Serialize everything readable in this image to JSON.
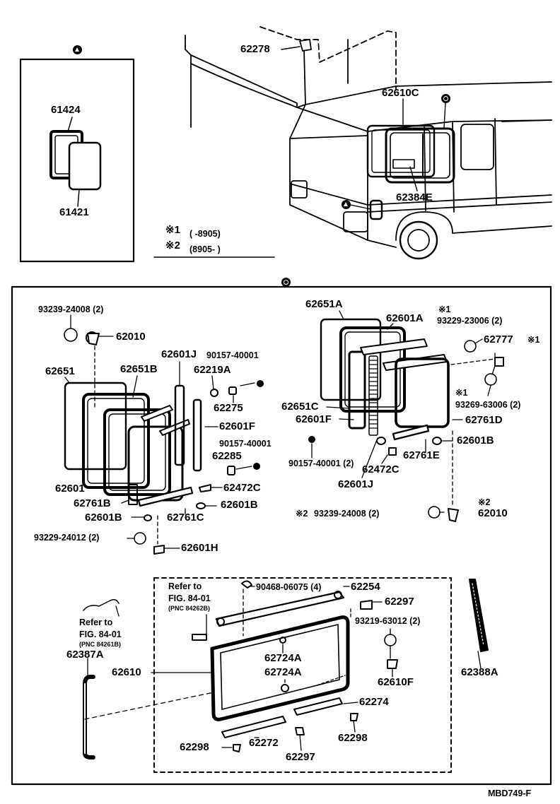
{
  "markers": {
    "triangle": "triangle-marker",
    "circle": "circle-marker"
  },
  "legend": {
    "note1": "※1",
    "note1_range": "(      -8905)",
    "note2": "※2",
    "note2_range": "(8905-        )"
  },
  "drawing_code": "MBD749-F",
  "top_labels": {
    "p62278": "62278",
    "p62610C": "62610C",
    "p62384E": "62384E",
    "p61424": "61424",
    "p61421": "61421"
  },
  "left_group": {
    "p93239_24008": "93239-24008 (2)",
    "p62010": "62010",
    "p62651": "62651",
    "p62651B": "62651B",
    "p62601J": "62601J",
    "p62219A": "62219A",
    "p90157_40001_a": "90157-40001",
    "p62275": "62275",
    "p62601F": "62601F",
    "p90157_40001_b": "90157-40001",
    "p62285": "62285",
    "p62472C": "62472C",
    "p62601": "62601",
    "p62761B": "62761B",
    "p62601B_a": "62601B",
    "p62761C": "62761C",
    "p62601B_b": "62601B",
    "p93229_24012": "93229-24012 (2)",
    "p62601H": "62601H"
  },
  "right_group": {
    "p62651A": "62651A",
    "p62601A": "62601A",
    "note1_a": "※1",
    "p93229_23006": "93229-23006 (2)",
    "p62777": "62777",
    "note1_b": "※1",
    "note1_c": "※1",
    "p93269_63006": "93269-63006 (2)",
    "p62651C": "62651C",
    "p62601F": "62601F",
    "p62761D": "62761D",
    "p62601B": "62601B",
    "p90157_40001": "90157-40001 (2)",
    "p62761E": "62761E",
    "p62472C": "62472C",
    "p62601J": "62601J",
    "note2_a": "※2",
    "note2_b": "※2",
    "p93239_24008": "93239-24008 (2)",
    "p62010": "62010"
  },
  "bottom_group": {
    "refer1_a": "Refer to",
    "refer1_b": "FIG. 84-01",
    "refer1_pnc": "(PNC 84262B)",
    "p90468_06075": "90468-06075 (4)",
    "p62254": "62254",
    "p62297_a": "62297",
    "refer2_a": "Refer to",
    "refer2_b": "FIG. 84-01",
    "refer2_pnc": "(PNC 84261B)",
    "p93219_63012": "93219-63012 (2)",
    "p62387A": "62387A",
    "p62610": "62610",
    "p62724A_a": "62724A",
    "p62724A_b": "62724A",
    "p62610F": "62610F",
    "p62388A": "62388A",
    "p62274": "62274",
    "p62298_a": "62298",
    "p62298_b": "62298",
    "p62272": "62272",
    "p62297_b": "62297"
  }
}
